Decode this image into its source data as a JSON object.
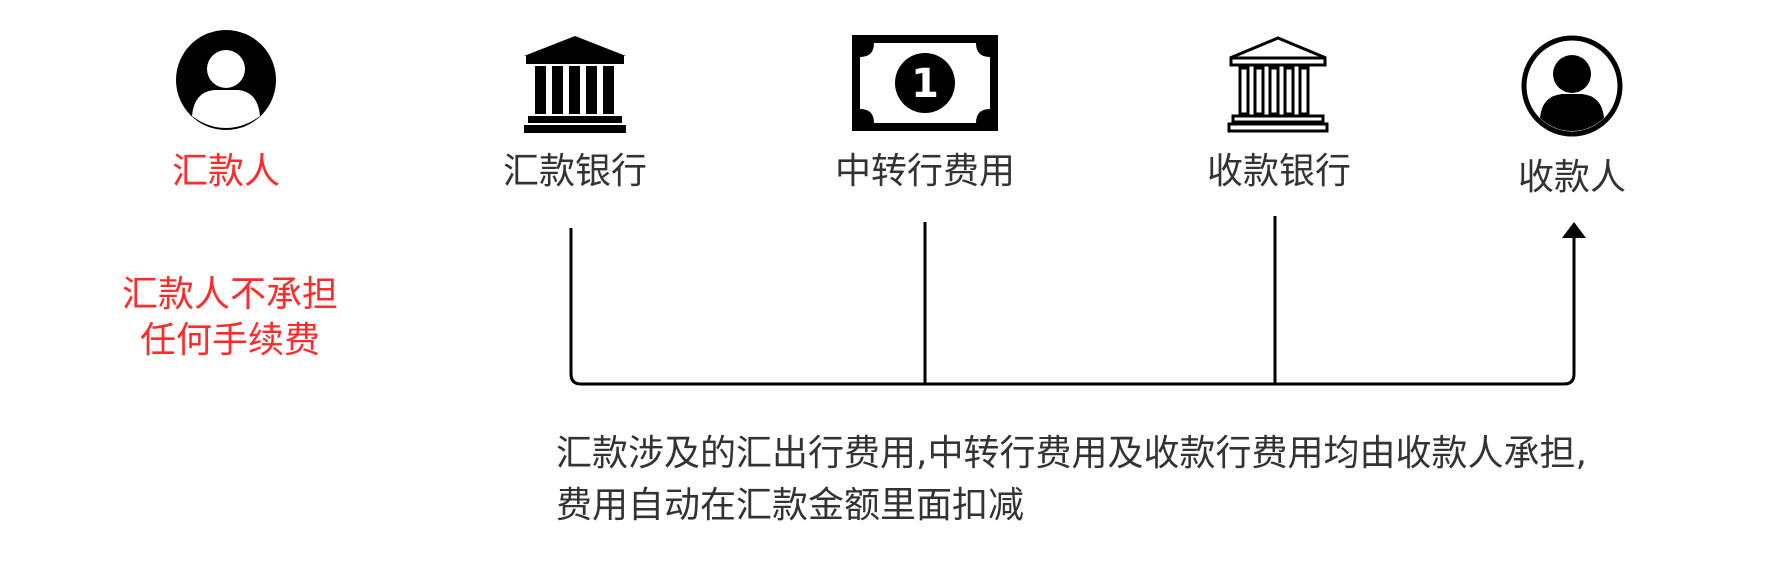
{
  "nodes": [
    {
      "id": "remitter",
      "label": "汇款人",
      "icon": "user-icon",
      "label_color": "#ff2a2a"
    },
    {
      "id": "remitting-bank",
      "label": "汇款银行",
      "icon": "bank-icon",
      "label_color": "#333333"
    },
    {
      "id": "intermediary-fee",
      "label": "中转行费用",
      "icon": "banknote-icon",
      "label_color": "#333333"
    },
    {
      "id": "receiving-bank",
      "label": "收款银行",
      "icon": "bank-outline-icon",
      "label_color": "#333333"
    },
    {
      "id": "payee",
      "label": "收款人",
      "icon": "user-circle-icon",
      "label_color": "#333333"
    }
  ],
  "remitter_note": {
    "line1": "汇款人不承担",
    "line2": "任何手续费"
  },
  "description": {
    "line1": "汇款涉及的汇出行费用,中转行费用及收款行费用均由收款人承担,",
    "line2": "费用自动在汇款金额里面扣减"
  },
  "banknote_digit": "1",
  "colors": {
    "highlight": "#ff2a2a",
    "text": "#333333",
    "line": "#000000"
  }
}
